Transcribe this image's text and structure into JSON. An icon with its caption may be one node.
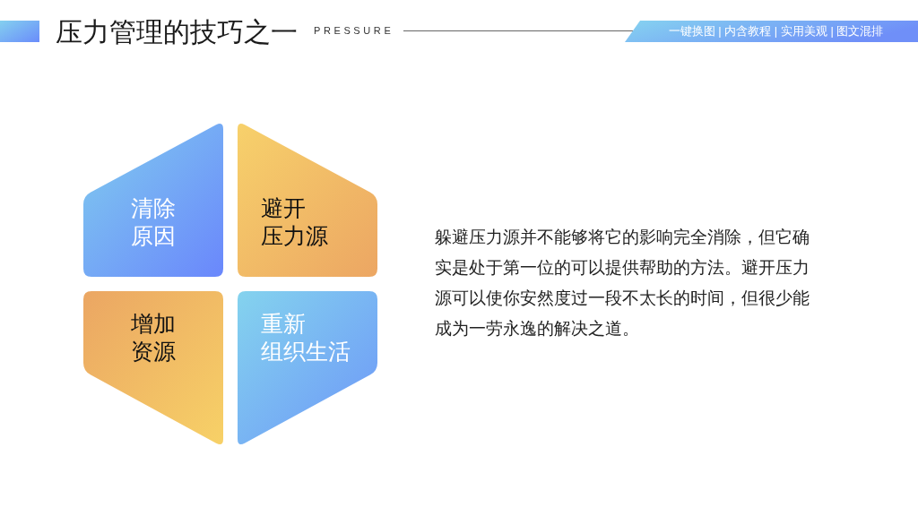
{
  "diagram": {
    "title": "压力管理的技巧之一",
    "nodes": [
      {
        "text": [
          "清除原因"
        ]
      },
      {
        "text": [
          "避开压力源"
        ]
      },
      {
        "text": [
          "增加资源"
        ]
      },
      {
        "text": [
          "重新组织生活"
        ]
      }
    ],
    "labels": [
      "PRESSURE",
      "一键换图 | 内含教程 | 实用美观 | 图文混排",
      "躲避压力源并不能够将它的影响完全消除，但它确实是处于第一位的可以提供帮助的方法。避开压力源可以使你安然度过一段不太长的时间，但很少能成为一劳永逸的解决之道。"
    ]
  }
}
